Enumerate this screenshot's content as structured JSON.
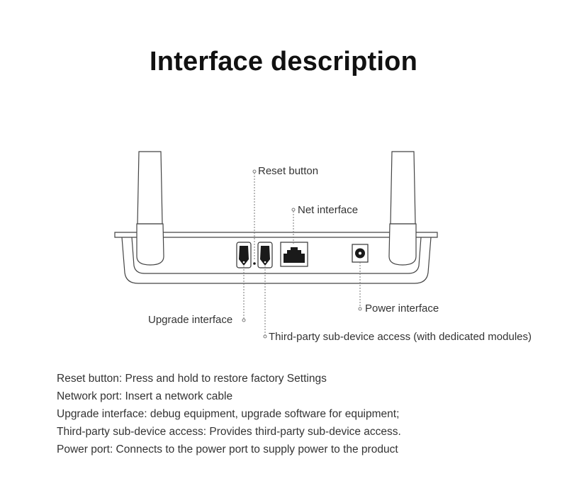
{
  "title": "Interface description",
  "callouts": {
    "reset": "Reset button",
    "net": "Net interface",
    "upgrade": "Upgrade interface",
    "power": "Power interface",
    "third_party": "Third-party sub-device access (with dedicated modules)"
  },
  "descriptions": [
    "Reset button: Press and hold to restore factory Settings",
    "Network port: Insert a network cable",
    "Upgrade interface: debug equipment, upgrade software for equipment;",
    "Third-party sub-device access: Provides third-party sub-device access.",
    "Power port: Connects to the power port to supply power to the product"
  ],
  "colors": {
    "line": "#333333",
    "port_fill": "#1a1a1a",
    "leader": "#777777"
  }
}
